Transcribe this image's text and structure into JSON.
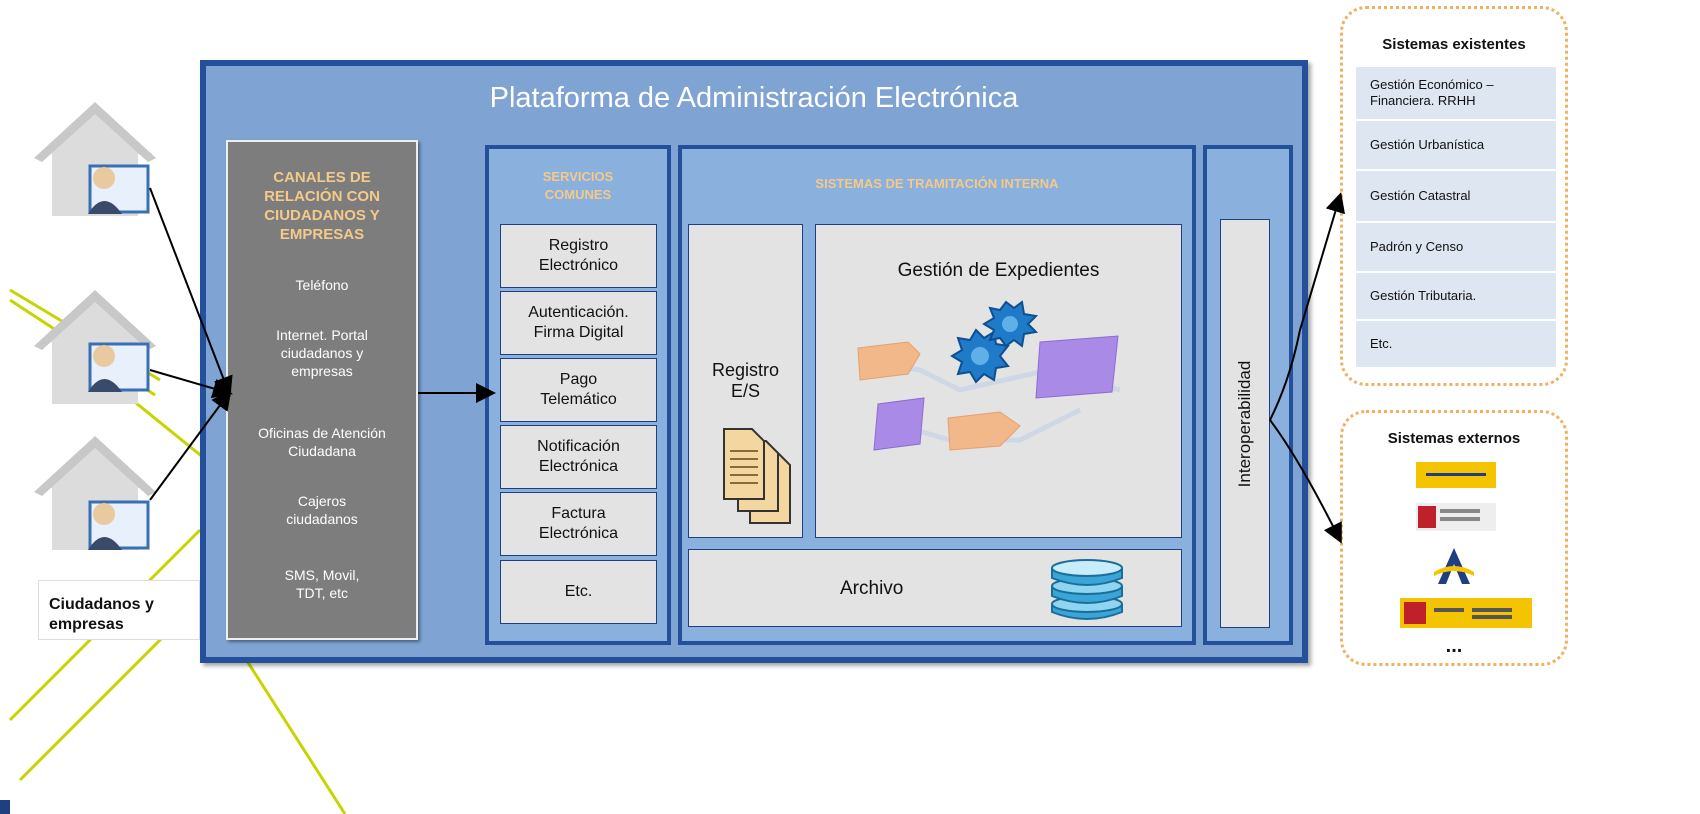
{
  "platform": {
    "title": "Plataforma de Administración Electrónica"
  },
  "channels": {
    "heading": [
      "CANALES DE",
      "RELACIÓN CON",
      "CIUDADANOS Y",
      "EMPRESAS"
    ],
    "items": [
      [
        "Teléfono"
      ],
      [
        "Internet. Portal",
        "ciudadanos y",
        "empresas"
      ],
      [
        "Oficinas de Atención",
        "Ciudadana"
      ],
      [
        "Cajeros",
        "ciudadanos"
      ],
      [
        "SMS, Movil,",
        "TDT, etc"
      ]
    ]
  },
  "services": {
    "heading": [
      "SERVICIOS",
      "COMUNES"
    ],
    "items": [
      [
        "Registro",
        "Electrónico"
      ],
      [
        "Autenticación.",
        "Firma Digital"
      ],
      [
        "Pago",
        "Telemático"
      ],
      [
        "Notificación",
        "Electrónica"
      ],
      [
        "Factura",
        "Electrónica"
      ],
      [
        "Etc."
      ]
    ]
  },
  "internal": {
    "heading": "SISTEMAS DE TRAMITACIÓN INTERNA",
    "registro": [
      "Registro",
      "E/S"
    ],
    "expedientes": "Gestión de Expedientes",
    "archivo": "Archivo"
  },
  "interop": {
    "label": "Interoperabilidad"
  },
  "citizens": {
    "label": [
      "Ciudadanos y",
      "empresas"
    ]
  },
  "existing": {
    "title": "Sistemas existentes",
    "items": [
      [
        "Gestión Económico –",
        "Financiera. RRHH"
      ],
      [
        "Gestión Urbanística"
      ],
      [
        "Gestión Catastral"
      ],
      [
        "Padrón y Censo"
      ],
      [
        "Gestión Tributaria."
      ],
      [
        "Etc."
      ]
    ]
  },
  "external": {
    "title": "Sistemas externos",
    "more": "..."
  },
  "colors": {
    "platform_border": "#244f9b",
    "platform_fill": "#7fa3d3",
    "channels_fill": "#7d7d7d",
    "heading_orange": "#f5c98a",
    "dotted_orange": "#f0b060",
    "accent_green": "#c8d400"
  }
}
